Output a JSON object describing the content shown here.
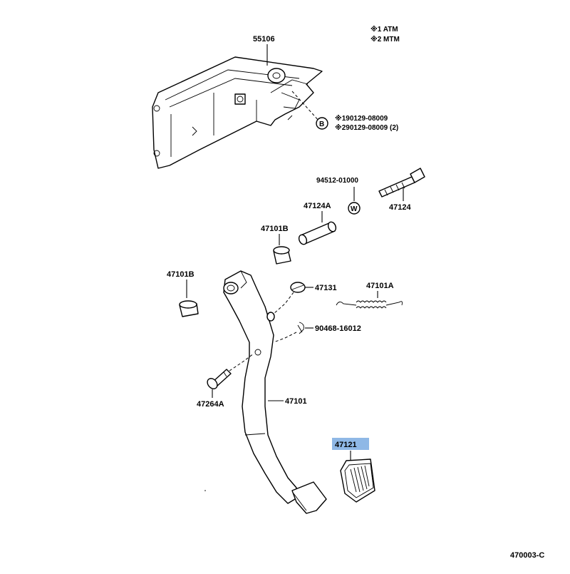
{
  "notes": {
    "atm": "※1 ATM",
    "mtm": "※2 MTM"
  },
  "labels": {
    "bracket": "55106",
    "bolt_1": "※190129-08009",
    "bolt_2": "※290129-08009 (2)",
    "bolt_marker": "B",
    "washer": "94512-01000",
    "washer_marker": "W",
    "bolt_47124": "47124",
    "collar": "47124A",
    "bushing_upper": "47101B",
    "bushing_left": "47101B",
    "stopper": "47131",
    "spring": "47101A",
    "clip": "90468-16012",
    "pin": "47264A",
    "pedal_arm": "47101",
    "pedal_pad": "47121"
  },
  "colors": {
    "highlight": "#8fb8e6"
  },
  "diagram_code": "470003-C"
}
